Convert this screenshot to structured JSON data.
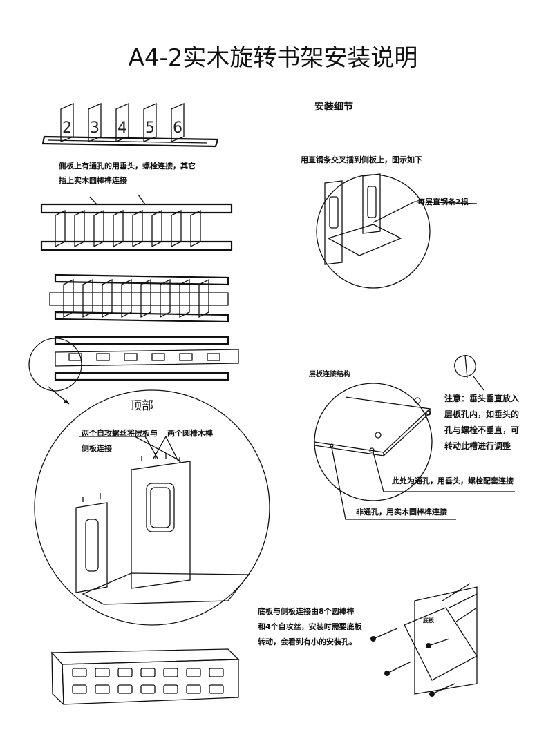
{
  "title": "A4-2实木旋转书架安装说明",
  "panel_numbers": [
    "2",
    "3",
    "4",
    "5",
    "6"
  ],
  "left_note": {
    "line1": "侧板上有通孔的用垂头，螺栓连接，其它",
    "line2": "插上实木圆棒榫连接"
  },
  "details": {
    "heading": "安装细节",
    "steel_note": "用直钢条交叉插到侧板上，图示如下",
    "steel_count": "每层直钢条2根"
  },
  "top_detail": {
    "heading": "顶部",
    "screws_line1": "两个自攻螺丝将层板与",
    "screws_line2": "侧板连接",
    "dowels": "两个圆棒木榫"
  },
  "shelf_detail": {
    "heading": "层板连接结构",
    "note_lines": [
      "注意：垂头垂直放入",
      "层板孔内，如垂头的",
      "孔与螺栓不垂直，可",
      "转动此槽进行调整"
    ],
    "through_hole": "此处为通孔，用垂头，螺栓配套连接",
    "blind_hole": "非通孔，用实木圆棒榫连接"
  },
  "bottom_detail": {
    "lines": [
      "底板与侧板连接由8个圆棒榫",
      "和4个自攻丝，安装时需要底板",
      "转动，会看到有小的安装孔。"
    ],
    "board_label": "底板"
  }
}
